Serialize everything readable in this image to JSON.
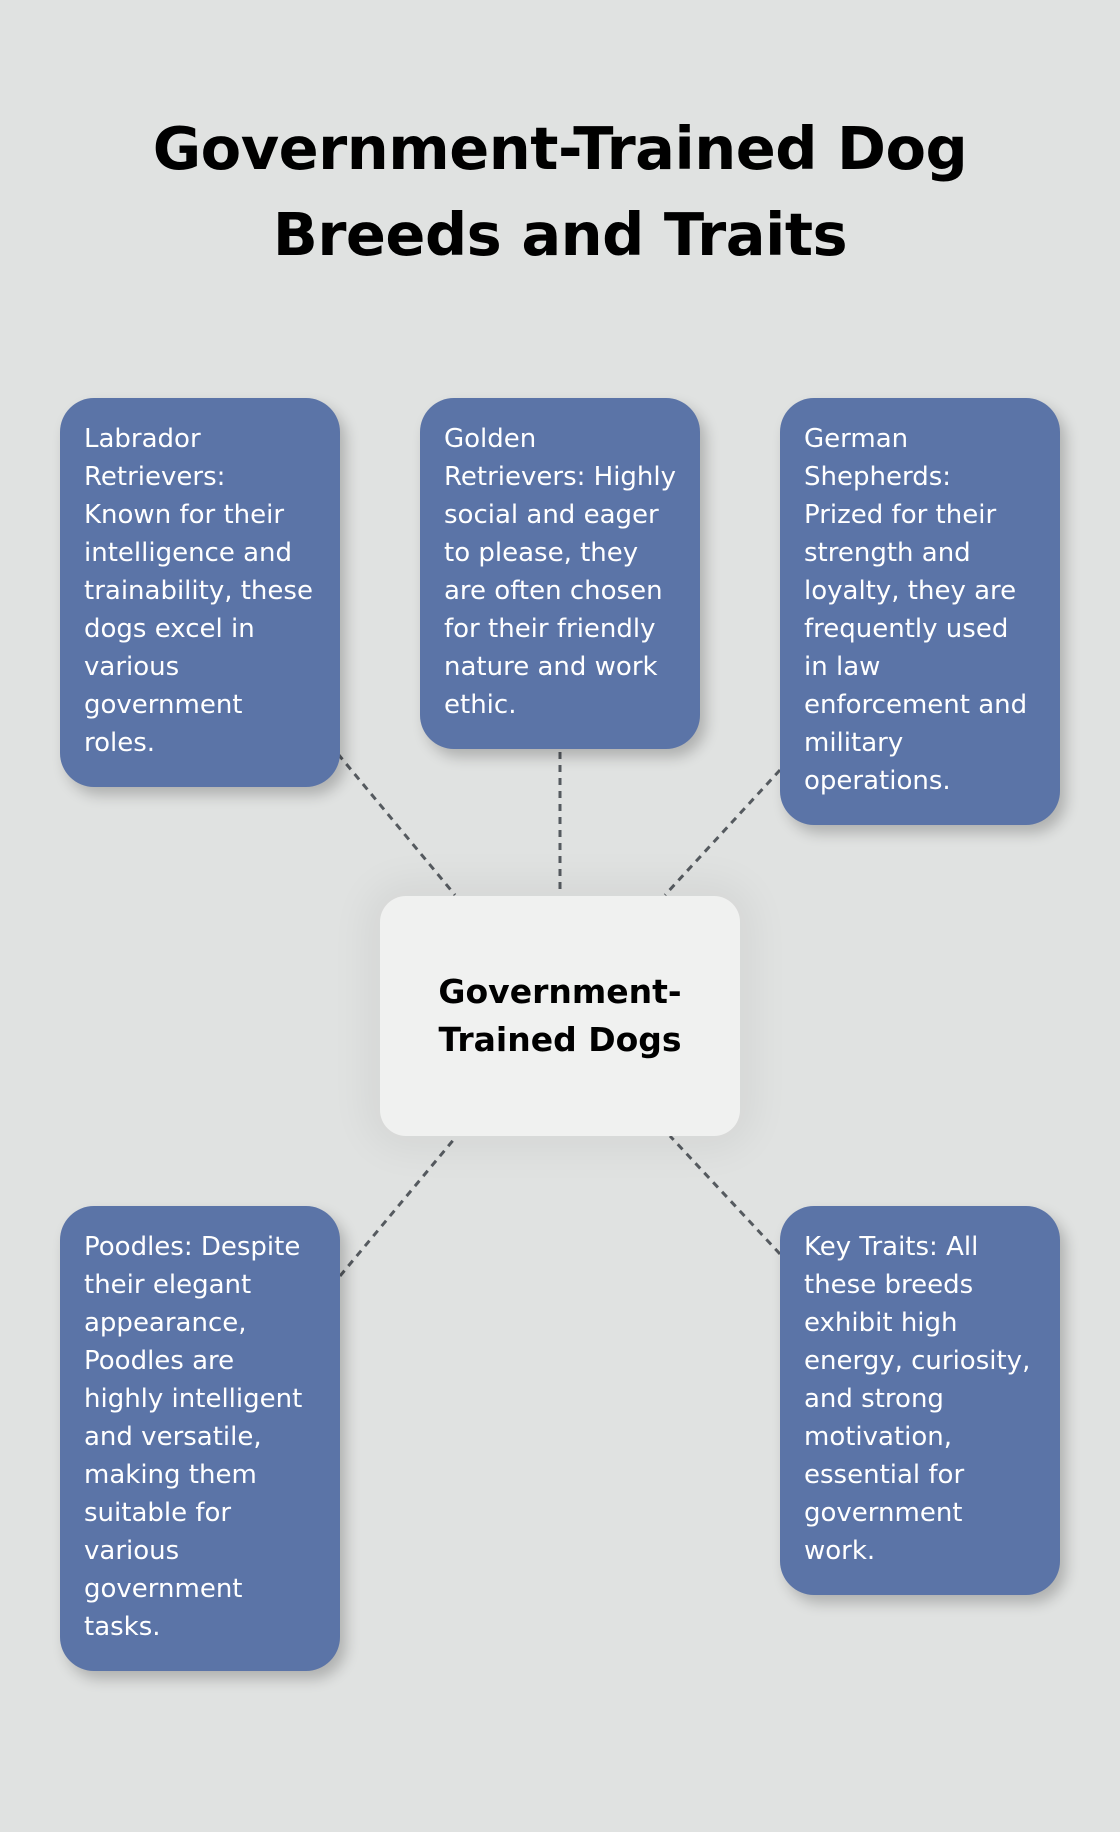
{
  "title": "Government-Trained Dog Breeds and Traits",
  "center": {
    "label": "Government-Trained Dogs"
  },
  "nodes": [
    {
      "id": "labrador",
      "text": "Labrador Retrievers: Known for their intelligence and trainability, these dogs excel in various government roles."
    },
    {
      "id": "golden",
      "text": "Golden Retrievers: Highly social and eager to please, they are often chosen for their friendly nature and work ethic."
    },
    {
      "id": "german",
      "text": "German Shepherds: Prized for their strength and loyalty, they are frequently used in law enforcement and military operations."
    },
    {
      "id": "poodles",
      "text": "Poodles: Despite their elegant appearance, Poodles are highly intelligent and versatile, making them suitable for various government tasks."
    },
    {
      "id": "traits",
      "text": "Key Traits: All these breeds exhibit high energy, curiosity, and strong motivation, essential for government work."
    }
  ],
  "colors": {
    "background": "#e0e2e1",
    "node_fill": "#5b74a7",
    "center_fill": "#f0f1f0",
    "connector": "#555a5f",
    "node_text": "#ffffff",
    "title_text": "#000000"
  }
}
